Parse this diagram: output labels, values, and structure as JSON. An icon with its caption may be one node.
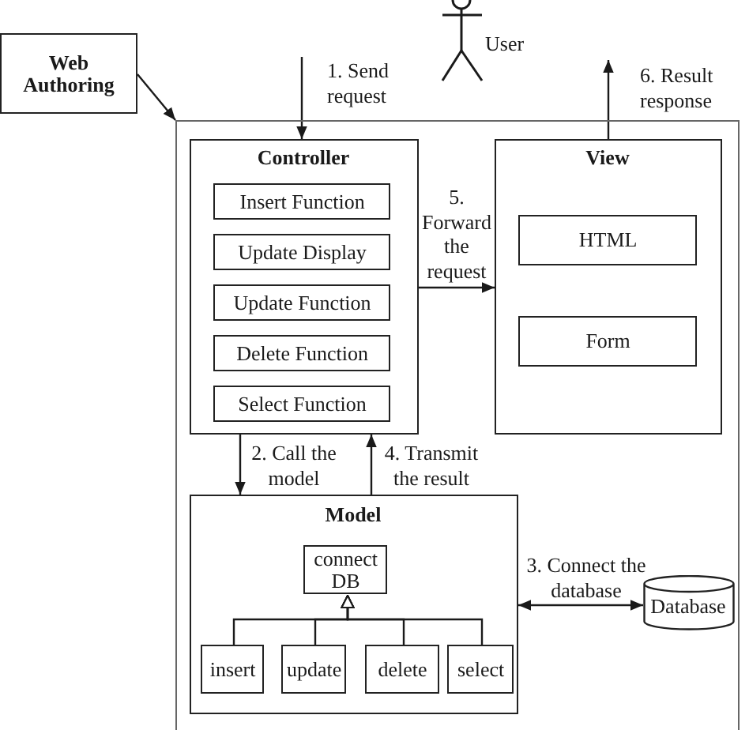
{
  "diagram": {
    "nodes": [
      {
        "text": [
          "Web Authoring"
        ]
      },
      {
        "text": [
          "User"
        ]
      },
      {
        "text": [],
        "shape": "box"
      },
      {
        "text": [
          "Controller"
        ],
        "in": 2
      },
      {
        "text": [
          "Insert Function"
        ],
        "in": 3
      },
      {
        "text": [
          "Update Display"
        ],
        "in": 3
      },
      {
        "text": [
          "Update Function"
        ],
        "in": 3
      },
      {
        "text": [
          "Delete Function"
        ],
        "in": 3
      },
      {
        "text": [
          "Select Function"
        ],
        "in": 3
      },
      {
        "text": [
          "View"
        ],
        "in": 2
      },
      {
        "text": [
          "HTML"
        ],
        "in": 9
      },
      {
        "text": [
          "Form"
        ],
        "in": 9
      },
      {
        "text": [
          "Model"
        ],
        "in": 2
      },
      {
        "text": [
          "connect DB"
        ],
        "in": 12
      },
      {
        "text": [
          "insert"
        ],
        "in": 12
      },
      {
        "text": [
          "update"
        ],
        "in": 12
      },
      {
        "text": [
          "delete"
        ],
        "in": 12
      },
      {
        "text": [
          "select"
        ],
        "in": 12
      },
      {
        "text": [
          "Database"
        ],
        "in": 2
      }
    ],
    "edges": [
      {
        "from": 0,
        "to": 2,
        "arrow": "to"
      },
      {
        "from": null,
        "to": 3,
        "arrow": "to",
        "label": "1. Send request"
      },
      {
        "from": 3,
        "to": 12,
        "arrow": "to",
        "label": "2. Call the model"
      },
      {
        "from": 12,
        "to": 18,
        "arrow": "both",
        "label": "3. Connect the database"
      },
      {
        "from": 12,
        "to": 3,
        "arrow": "to",
        "label": "4. Transmit the result"
      },
      {
        "from": 3,
        "to": 9,
        "arrow": "to",
        "label": "5. Forward the request"
      },
      {
        "from": 9,
        "to": null,
        "arrow": "to",
        "label": "6. Result response"
      },
      {
        "from": 14,
        "to": 13,
        "arrow": "to"
      },
      {
        "from": 15,
        "to": 13,
        "arrow": "to"
      },
      {
        "from": 16,
        "to": 13,
        "arrow": "to"
      },
      {
        "from": 17,
        "to": 13,
        "arrow": "to"
      }
    ]
  }
}
